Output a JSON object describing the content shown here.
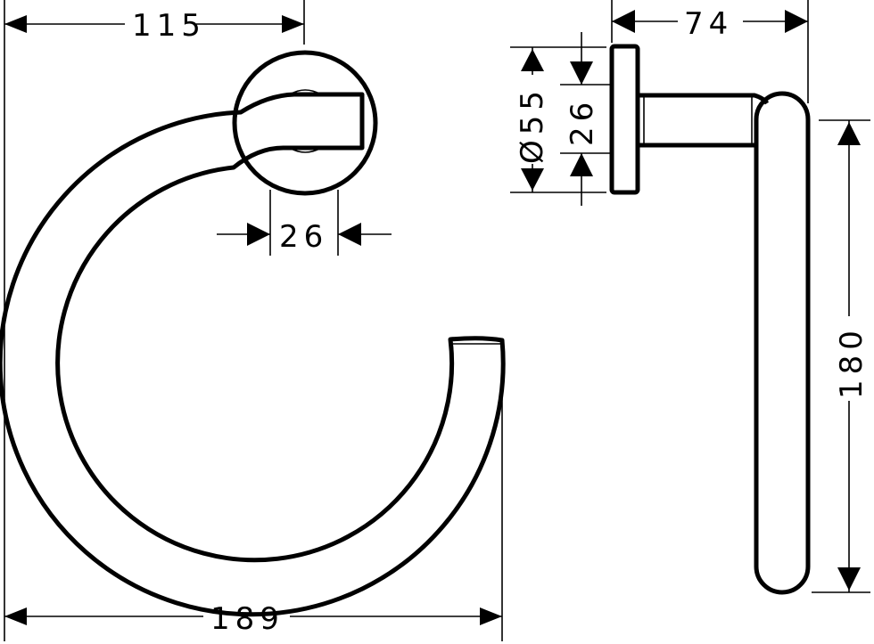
{
  "dimensions": {
    "front_width_to_center": "115",
    "front_total_width": "189",
    "front_arm_width": "26",
    "side_projection": "74",
    "rosette_diameter": "Ø55",
    "side_arm_height": "26",
    "side_height": "180"
  }
}
